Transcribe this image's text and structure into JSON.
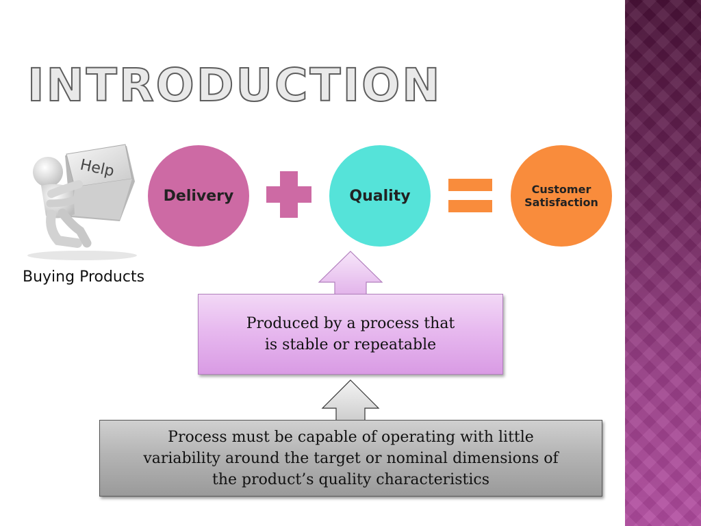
{
  "slide": {
    "title": "INTRODUCTION"
  },
  "figure": {
    "key_text": "Help",
    "caption": "Buying Products"
  },
  "equation": {
    "delivery": "Delivery",
    "quality": "Quality",
    "customer_line1": "Customer",
    "customer_line2": "Satisfaction"
  },
  "process_box": {
    "line1": "Produced by a process that",
    "line2": "is stable or repeatable"
  },
  "capability_box": {
    "line1": "Process must be capable of operating with little",
    "line2": "variability around the target or nominal dimensions of",
    "line3": "the product’s quality characteristics"
  },
  "colors": {
    "delivery": "#cd6aa4",
    "quality": "#55e3d9",
    "customer": "#f98c3c",
    "side_band": "#8a3578"
  }
}
